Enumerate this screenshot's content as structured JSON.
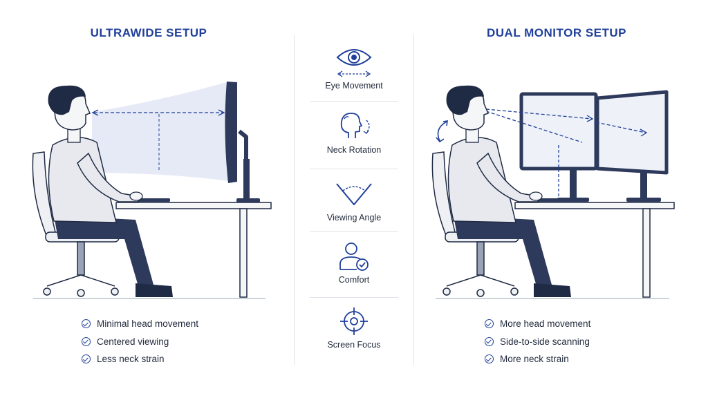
{
  "left_panel": {
    "title": "ULTRAWIDE SETUP",
    "bullets": [
      "Minimal head movement",
      "Centered viewing",
      "Less neck strain"
    ]
  },
  "right_panel": {
    "title": "DUAL MONITOR SETUP",
    "bullets": [
      "More head movement",
      "Side-to-side scanning",
      "More neck strain"
    ]
  },
  "comparison_factors": [
    {
      "label": "Eye Movement",
      "icon": "eye-icon"
    },
    {
      "label": "Neck Rotation",
      "icon": "head-rotation-icon"
    },
    {
      "label": "Viewing Angle",
      "icon": "angle-icon"
    },
    {
      "label": "Comfort",
      "icon": "person-check-icon"
    },
    {
      "label": "Screen Focus",
      "icon": "crosshair-icon"
    }
  ],
  "colors": {
    "accent": "#1f3f9a",
    "outline": "#1f2a44",
    "shirt": "#e7e9ee",
    "pants": "#2e3a5c",
    "divider": "#dfe3ea"
  }
}
